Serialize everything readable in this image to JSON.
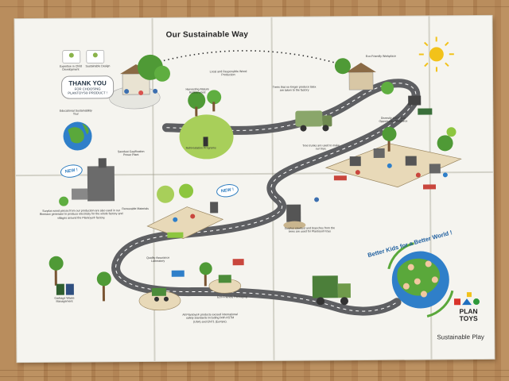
{
  "poster": {
    "title": "Our Sustainable Way",
    "thank_you_big": "THANK YOU",
    "thank_you_small_1": "FOR CHOOSING",
    "thank_you_small_2": "PLANTOYS® PRODUCT !",
    "slogan": "Better Kids for a Better World !",
    "new_badge_1": "NEW !",
    "new_badge_2": "NEW !",
    "brand_line_1": "PLAN",
    "brand_line_2": "TOYS",
    "tagline": "Sustainable Play"
  },
  "captions": {
    "expertise": "Expertise in Child Development",
    "sustainable_design": "Sustainable Design",
    "education": "Educational Sustainability Tour",
    "harvesting": "Harvesting Mature Rubberwood",
    "local_wood": "Local and Responsible Wood Production",
    "reforestation": "Reforestation Programs",
    "trees_no_longer": "Trees that no longer produce latex are taken to the factory",
    "eco_workplace": "Eco-Friendly Workplace",
    "diversity": "Diversity and Equal Opportunity Workforce",
    "trunks": "Tree trunks are used to make our toys.",
    "biomass": "Sawdust Gasification Power Plant",
    "surplus_wood": "Surplus wood pieces from our production are also used in our Biomass generator to produce electricity for the whole factory and villages around the Plantoys® factory.",
    "renewable": "Renewable Materials",
    "surplus_branches": "Surplus sawdust and branches from the trees are used for Plantoys® toys",
    "garbage": "Garbage Waste Management",
    "quality": "Quality Assurance Laboratory",
    "eco_packaging": "Eco-Friendly Packaging",
    "safety": "All Plantoys® products exceed international safety standards including both ASTM (USA) and EN71 (Europe)."
  },
  "colors": {
    "road": "#5e5f62",
    "road_dash": "#ffffff",
    "grass": "#a8cf5a",
    "tree": "#4f9a36",
    "sun": "#f2c21a",
    "globe_sea": "#2f7fc9",
    "globe_land": "#5aa83b",
    "accent_blue": "#1f5f9f"
  }
}
